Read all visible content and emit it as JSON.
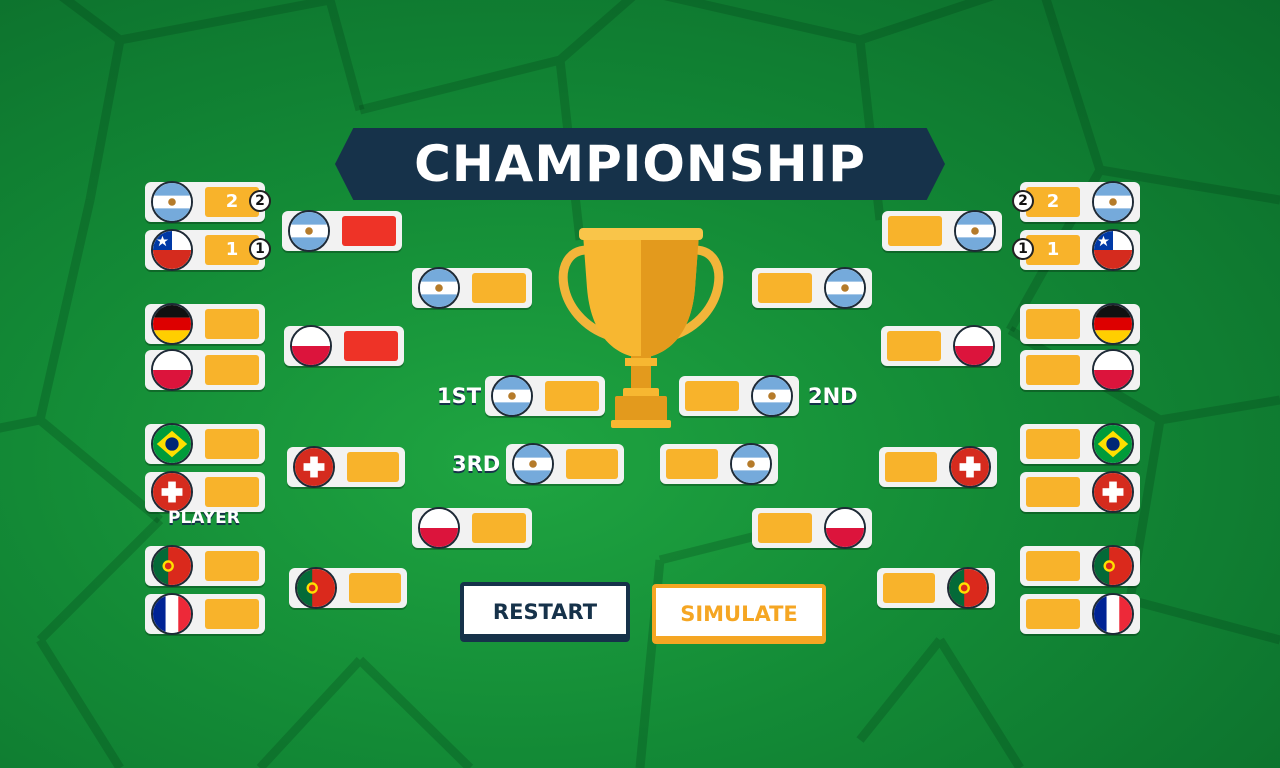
{
  "title": "CHAMPIONSHIP 2018",
  "colors": {
    "score_box": "#f8b32b",
    "score_box_winner": "#ee3327",
    "title_bg": "#16324a"
  },
  "labels": {
    "first": "1ST",
    "second": "2ND",
    "third": "3RD",
    "player": "PLAYER"
  },
  "buttons": {
    "restart": "RESTART",
    "simulate": "SIMULATE"
  },
  "slots": [
    {
      "id": "l-r16-1",
      "flag": "argentina",
      "score": "2",
      "badge": "2"
    },
    {
      "id": "l-r16-2",
      "flag": "chile",
      "score": "1",
      "badge": "1"
    },
    {
      "id": "l-r16-3",
      "flag": "germany",
      "score": ""
    },
    {
      "id": "l-r16-4",
      "flag": "poland",
      "score": ""
    },
    {
      "id": "l-r16-5",
      "flag": "brazil",
      "score": ""
    },
    {
      "id": "l-r16-6",
      "flag": "switzerland",
      "score": ""
    },
    {
      "id": "l-r16-7",
      "flag": "portugal",
      "score": ""
    },
    {
      "id": "l-r16-8",
      "flag": "france",
      "score": ""
    },
    {
      "id": "l-qf-1",
      "flag": "argentina",
      "score": "",
      "winner": true
    },
    {
      "id": "l-qf-2",
      "flag": "poland",
      "score": "",
      "winner": true
    },
    {
      "id": "l-qf-3",
      "flag": "switzerland",
      "score": ""
    },
    {
      "id": "l-qf-4",
      "flag": "portugal",
      "score": ""
    },
    {
      "id": "l-sf-1",
      "flag": "argentina",
      "score": ""
    },
    {
      "id": "l-sf-2",
      "flag": "poland",
      "score": ""
    },
    {
      "id": "final-1st",
      "flag": "argentina",
      "score": ""
    },
    {
      "id": "third-1",
      "flag": "argentina",
      "score": ""
    },
    {
      "id": "r-r16-1",
      "flag": "argentina",
      "score": "2",
      "badge": "2"
    },
    {
      "id": "r-r16-2",
      "flag": "chile",
      "score": "1",
      "badge": "1"
    },
    {
      "id": "r-r16-3",
      "flag": "germany",
      "score": ""
    },
    {
      "id": "r-r16-4",
      "flag": "poland",
      "score": ""
    },
    {
      "id": "r-r16-5",
      "flag": "brazil",
      "score": ""
    },
    {
      "id": "r-r16-6",
      "flag": "switzerland",
      "score": ""
    },
    {
      "id": "r-r16-7",
      "flag": "portugal",
      "score": ""
    },
    {
      "id": "r-r16-8",
      "flag": "france",
      "score": ""
    },
    {
      "id": "r-qf-1",
      "flag": "argentina",
      "score": ""
    },
    {
      "id": "r-qf-2",
      "flag": "poland",
      "score": ""
    },
    {
      "id": "r-qf-3",
      "flag": "switzerland",
      "score": ""
    },
    {
      "id": "r-qf-4",
      "flag": "portugal",
      "score": ""
    },
    {
      "id": "r-sf-1",
      "flag": "argentina",
      "score": ""
    },
    {
      "id": "r-sf-2",
      "flag": "poland",
      "score": ""
    },
    {
      "id": "final-2nd",
      "flag": "argentina",
      "score": ""
    },
    {
      "id": "third-2",
      "flag": "argentina",
      "score": ""
    }
  ]
}
